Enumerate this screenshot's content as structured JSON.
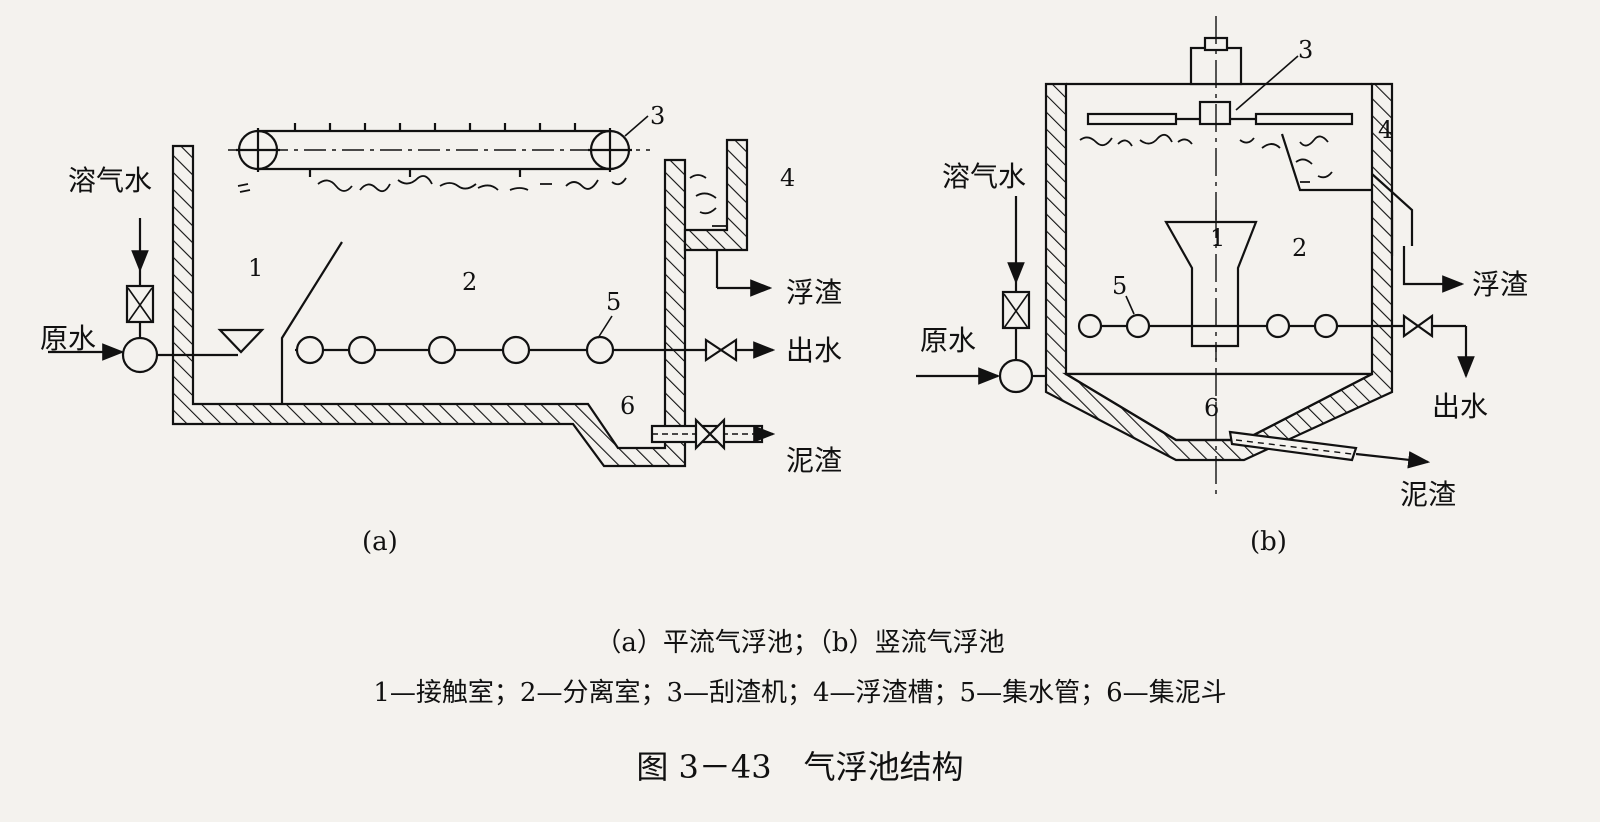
{
  "diagram_a": {
    "sublabel": "(a)",
    "inputs": {
      "dissolved_air_water": "溶气水",
      "raw_water": "原水"
    },
    "outputs": {
      "scum": "浮渣",
      "effluent": "出水",
      "sludge": "泥渣"
    },
    "numbers": [
      "1",
      "2",
      "3",
      "4",
      "5",
      "6"
    ]
  },
  "diagram_b": {
    "sublabel": "(b)",
    "inputs": {
      "dissolved_air_water": "溶气水",
      "raw_water": "原水"
    },
    "outputs": {
      "scum": "浮渣",
      "effluent": "出水",
      "sludge": "泥渣"
    },
    "numbers": [
      "1",
      "2",
      "3",
      "4",
      "5",
      "6"
    ]
  },
  "caption": {
    "types": "（a）平流气浮池；（b）竖流气浮池",
    "legend": "1—接触室；2—分离室；3—刮渣机；4—浮渣槽；5—集水管；6—集泥斗",
    "figure_title": "图 3－43　气浮池结构"
  }
}
